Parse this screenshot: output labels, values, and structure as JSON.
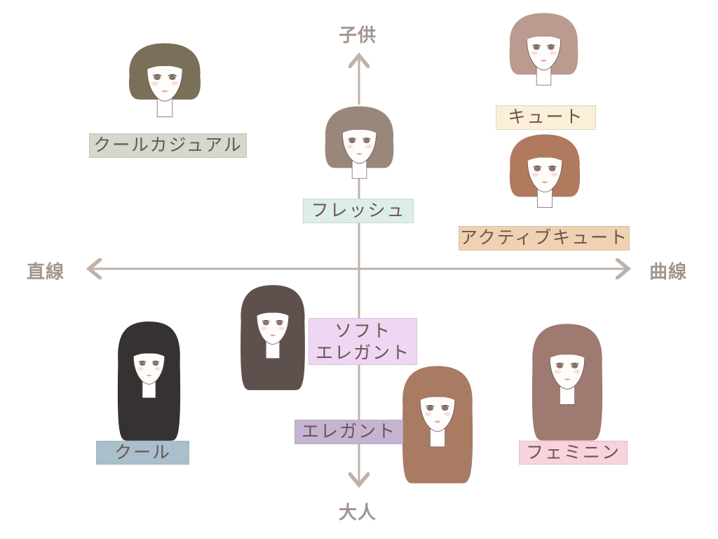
{
  "axes": {
    "top": "子供",
    "bottom": "大人",
    "left": "直線",
    "right": "曲線"
  },
  "colors": {
    "axis": "#bfb2aa",
    "text": "#6b5550"
  },
  "styles": [
    {
      "key": "cool_casual",
      "label": "クールカジュアル",
      "bg": "#d3d9cc",
      "hair": "#7a6f58",
      "length": "short"
    },
    {
      "key": "cute",
      "label": "キュート",
      "bg": "#fbefd8",
      "hair": "#bb9a90",
      "length": "bob"
    },
    {
      "key": "fresh",
      "label": "フレッシュ",
      "bg": "#ddeee9",
      "hair": "#9a877c",
      "length": "bob"
    },
    {
      "key": "active_cute",
      "label": "アクティブキュート",
      "bg": "#f0d1b2",
      "hair": "#b07a5e",
      "length": "bob"
    },
    {
      "key": "soft_elegant",
      "label": "ソフト\nエレガント",
      "line1": "ソフト",
      "line2": "エレガント",
      "bg": "#efd6f2",
      "hair": "#5e504c",
      "length": "long"
    },
    {
      "key": "elegant",
      "label": "エレガント",
      "bg": "#c6b3d2",
      "hair": "#a87b62",
      "length": "long"
    },
    {
      "key": "cool",
      "label": "クール",
      "bg": "#a9bfcc",
      "hair": "#363232",
      "length": "long"
    },
    {
      "key": "feminine",
      "label": "フェミニン",
      "bg": "#f8d2dc",
      "hair": "#9e7a70",
      "length": "long"
    }
  ]
}
